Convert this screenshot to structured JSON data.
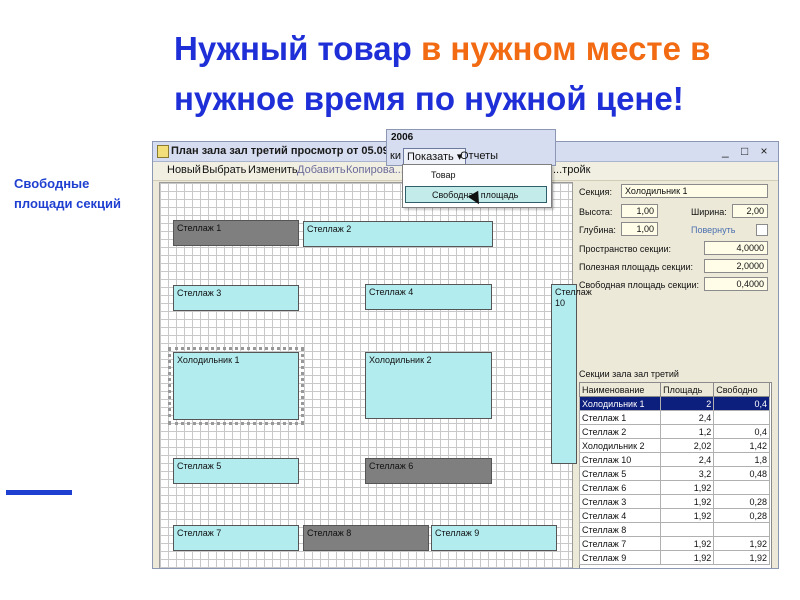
{
  "headline": {
    "line1_a": "Нужный товар ",
    "line1_b": "в нужном месте в",
    "line2": "нужное время по нужной цене!"
  },
  "sidebar_caption": "Свободные площади секций",
  "window": {
    "title": "План зала зал третий просмотр от 05.09.2006",
    "controls": [
      "_",
      "□",
      "×"
    ]
  },
  "toolbar": {
    "new": "Новый",
    "select": "Выбрать",
    "edit": "Изменить",
    "add": "Добавить",
    "copy": "Копирова...",
    "settings": "...тройк"
  },
  "menu": {
    "year": "2006",
    "prefix": "ки",
    "show": "Показать ▾",
    "reports": "Отчеты",
    "items": [
      "Товар",
      "Свободная площадь"
    ]
  },
  "racks": [
    {
      "label": "Стеллаж 1",
      "color": "gray"
    },
    {
      "label": "Стеллаж 2",
      "color": "cyan"
    },
    {
      "label": "Стеллаж 3",
      "color": "cyan"
    },
    {
      "label": "Стеллаж 4",
      "color": "cyan"
    },
    {
      "label": "Стеллаж 10",
      "color": "cyan"
    },
    {
      "label": "Холодильник 1",
      "color": "cyan",
      "selected": true
    },
    {
      "label": "Холодильник 2",
      "color": "cyan"
    },
    {
      "label": "Стеллаж 5",
      "color": "cyan"
    },
    {
      "label": "Стеллаж 6",
      "color": "gray"
    },
    {
      "label": "Стеллаж 7",
      "color": "cyan"
    },
    {
      "label": "Стеллаж 8",
      "color": "gray"
    },
    {
      "label": "Стеллаж 9",
      "color": "cyan"
    }
  ],
  "details": {
    "section_label": "Секция:",
    "section_value": "Холодильник 1",
    "height_label": "Высота:",
    "height_value": "1,00",
    "width_label": "Ширина:",
    "width_value": "2,00",
    "depth_label": "Глубина:",
    "depth_value": "1,00",
    "rotate_label": "Повернуть",
    "space_label": "Пространство секции:",
    "space_value": "4,0000",
    "useful_label": "Полезная площадь секции:",
    "useful_value": "2,0000",
    "free_label": "Свободная площадь секции:",
    "free_value": "0,4000"
  },
  "sections_table": {
    "title": "Секции зала зал третий",
    "headers": [
      "Наименование",
      "Площадь",
      "Свободно"
    ],
    "rows": [
      [
        "Холодильник 1",
        "2",
        "0,4"
      ],
      [
        "Стеллаж 1",
        "2,4",
        ""
      ],
      [
        "Стеллаж 2",
        "1,2",
        "0,4"
      ],
      [
        "Холодильник 2",
        "2,02",
        "1,42"
      ],
      [
        "Стеллаж 10",
        "2,4",
        "1,8"
      ],
      [
        "Стеллаж 5",
        "3,2",
        "0,48"
      ],
      [
        "Стеллаж 6",
        "1,92",
        ""
      ],
      [
        "Стеллаж 3",
        "1,92",
        "0,28"
      ],
      [
        "Стеллаж 4",
        "1,92",
        "0,28"
      ],
      [
        "Стеллаж 8",
        "",
        ""
      ],
      [
        "Стеллаж 7",
        "1,92",
        "1,92"
      ],
      [
        "Стеллаж 9",
        "1,92",
        "1,92"
      ]
    ]
  },
  "colors": {
    "headline_blue": "#1e2fd8",
    "headline_orange": "#f26a12",
    "rack_cyan": "#b3ecef",
    "rack_gray": "#7f7f7f",
    "row_highlight": "#0d1f7c"
  }
}
